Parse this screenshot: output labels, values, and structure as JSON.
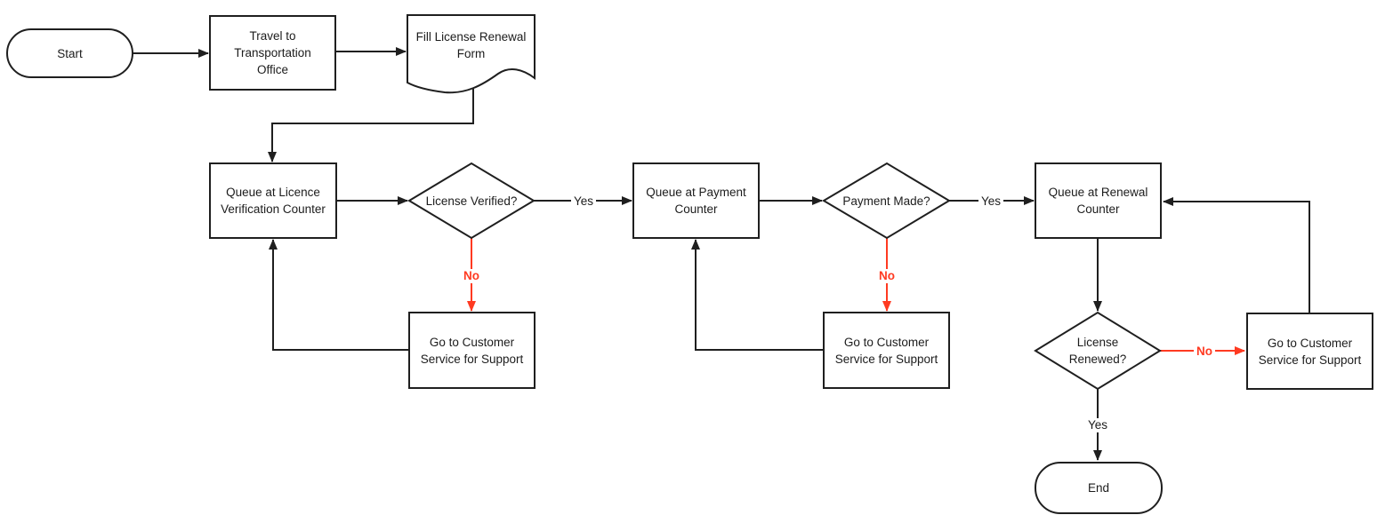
{
  "flowchart": {
    "nodes": {
      "start": "Start",
      "travel_office": "Travel to Transportation Office",
      "fill_form": "Fill License Renewal Form",
      "queue_verification": "Queue at Licence Verification Counter",
      "license_verified": "License Verified?",
      "queue_payment": "Queue at Payment Counter",
      "payment_made": "Payment Made?",
      "queue_renewal": "Queue at Renewal Counter",
      "support_verification": "Go to Customer Service for Support",
      "support_payment": "Go to Customer Service for Support",
      "support_renewal": "Go to Customer Service for Support",
      "license_renewed": "License Renewed?",
      "end": "End"
    },
    "edge_labels": {
      "verified_yes": "Yes",
      "verified_no": "No",
      "payment_yes": "Yes",
      "payment_no": "No",
      "renewed_yes": "Yes",
      "renewed_no": "No"
    },
    "colors": {
      "line": "#1f1f1f",
      "negative": "#ff3a21",
      "background": "#ffffff"
    }
  }
}
